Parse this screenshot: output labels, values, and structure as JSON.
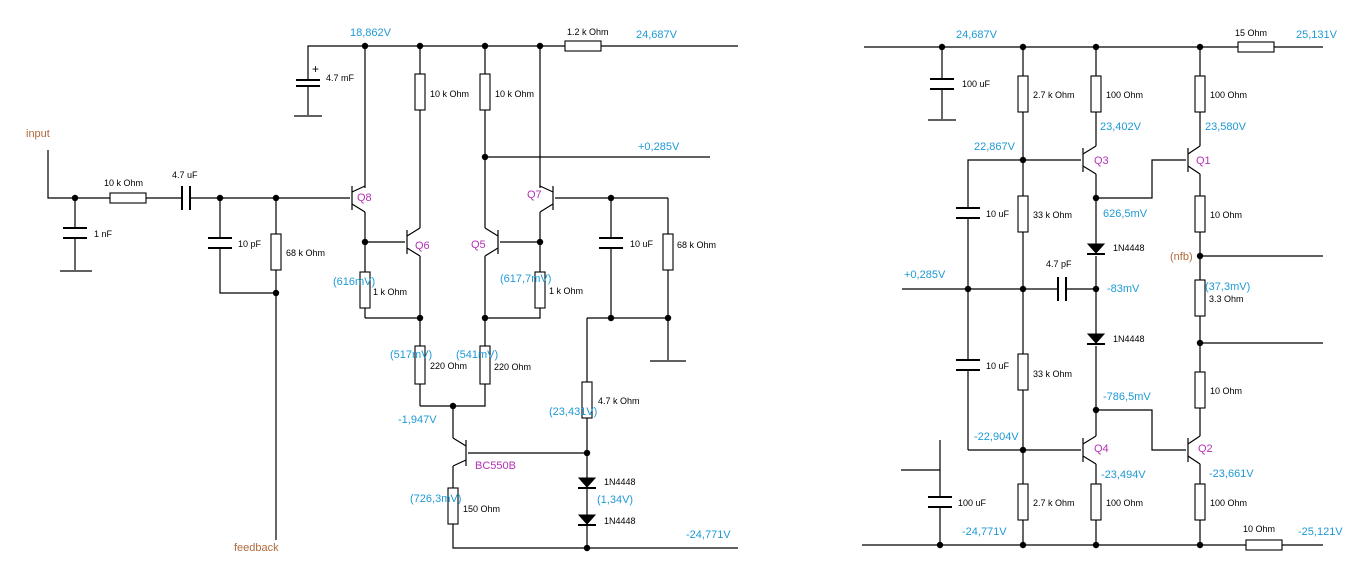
{
  "left": {
    "io": {
      "input": "input",
      "feedback": "feedback"
    },
    "voltages": {
      "v_18862": "18,862V",
      "v_24687": "24,687V",
      "v_0285": "+0,285V",
      "v_616": "(616mV)",
      "v_617": "(617,7mV)",
      "v_517": "(517mV)",
      "v_541": "(541mV)",
      "v_m1947": "-1,947V",
      "v_23431": "(23,431V)",
      "v_726": "(726,3mV)",
      "v_134": "(1,34V)",
      "v_m24771": "-24,771V"
    },
    "components": {
      "c_47mf": "4.7 mF",
      "plus": "+",
      "r_12k": "1.2 k Ohm",
      "r_10k_a": "10 k Ohm",
      "r_10k_b": "10 k Ohm",
      "r_10k_in": "10 k Ohm",
      "c_47uf": "4.7 uF",
      "c_1nf": "1 nF",
      "c_10pf": "10 pF",
      "r_68k_a": "68 k Ohm",
      "r_1k_a": "1 k Ohm",
      "r_1k_b": "1 k Ohm",
      "r_220_a": "220  Ohm",
      "r_220_b": "220  Ohm",
      "c_10uf": "10 uF",
      "r_68k_b": "68 k Ohm",
      "r_47k": "4.7 k Ohm",
      "d_a": "1N4448",
      "d_b": "1N4448",
      "r_150": "150  Ohm"
    },
    "transistors": {
      "q8": "Q8",
      "q6": "Q6",
      "q5": "Q5",
      "q7": "Q7",
      "bc550b": "BC550B"
    }
  },
  "right": {
    "voltages": {
      "v_24687": "24,687V",
      "v_25131": "25,131V",
      "v_23402": "23,402V",
      "v_23580": "23,580V",
      "v_22867": "22,867V",
      "v_6265": "626,5mV",
      "v_0285": "+0,285V",
      "v_m83": "-83mV",
      "v_373": "(37,3mV)",
      "v_m7865": "-786,5mV",
      "v_m22904": "-22,904V",
      "v_m23494": "-23,494V",
      "v_m23661": "-23,661V",
      "v_m24771": "-24,771V",
      "v_m25121": "-25,121V"
    },
    "io": {
      "nfb": "(nfb)"
    },
    "components": {
      "c_100uf_a": "100 uF",
      "r_27k_a": "2.7 k Ohm",
      "r_100_a": "100   Ohm",
      "r_15": "15  Ohm",
      "r_100_b": "100   Ohm",
      "c_10uf_a": "10 uF",
      "r_33k_a": "33 k Ohm",
      "r_10_a": "10    Ohm",
      "d_a": "1N4448",
      "c_47pf": "4.7 pF",
      "r_33": "3.3  Ohm",
      "d_b": "1N4448",
      "c_10uf_b": "10 uF",
      "r_33k_b": "33 k Ohm",
      "r_10_b": "10    Ohm",
      "c_100uf_b": "100 uF",
      "r_27k_b": "2.7 k Ohm",
      "r_100_c": "100   Ohm",
      "r_100_d": "100   Ohm",
      "r_10_c": "10   Ohm"
    },
    "transistors": {
      "q3": "Q3",
      "q1": "Q1",
      "q4": "Q4",
      "q2": "Q2"
    }
  }
}
